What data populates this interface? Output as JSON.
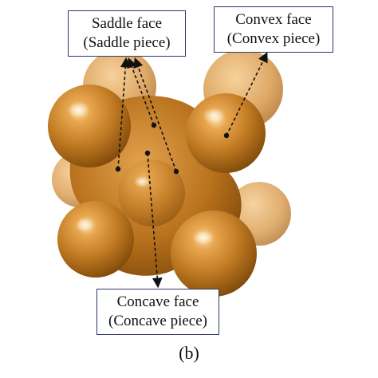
{
  "labels": {
    "saddle": {
      "line1": "Saddle face",
      "line2": "(Saddle piece)"
    },
    "convex": {
      "line1": "Convex face",
      "line2": "(Convex piece)"
    },
    "concave": {
      "line1": "Concave face",
      "line2": "(Concave piece)"
    }
  },
  "caption": "(b)",
  "colors": {
    "surface": "#c07a22",
    "surface_light": "#f2c27a",
    "surface_dark": "#7a4508",
    "box_border": "#2b3a67",
    "leader": "#111111"
  }
}
